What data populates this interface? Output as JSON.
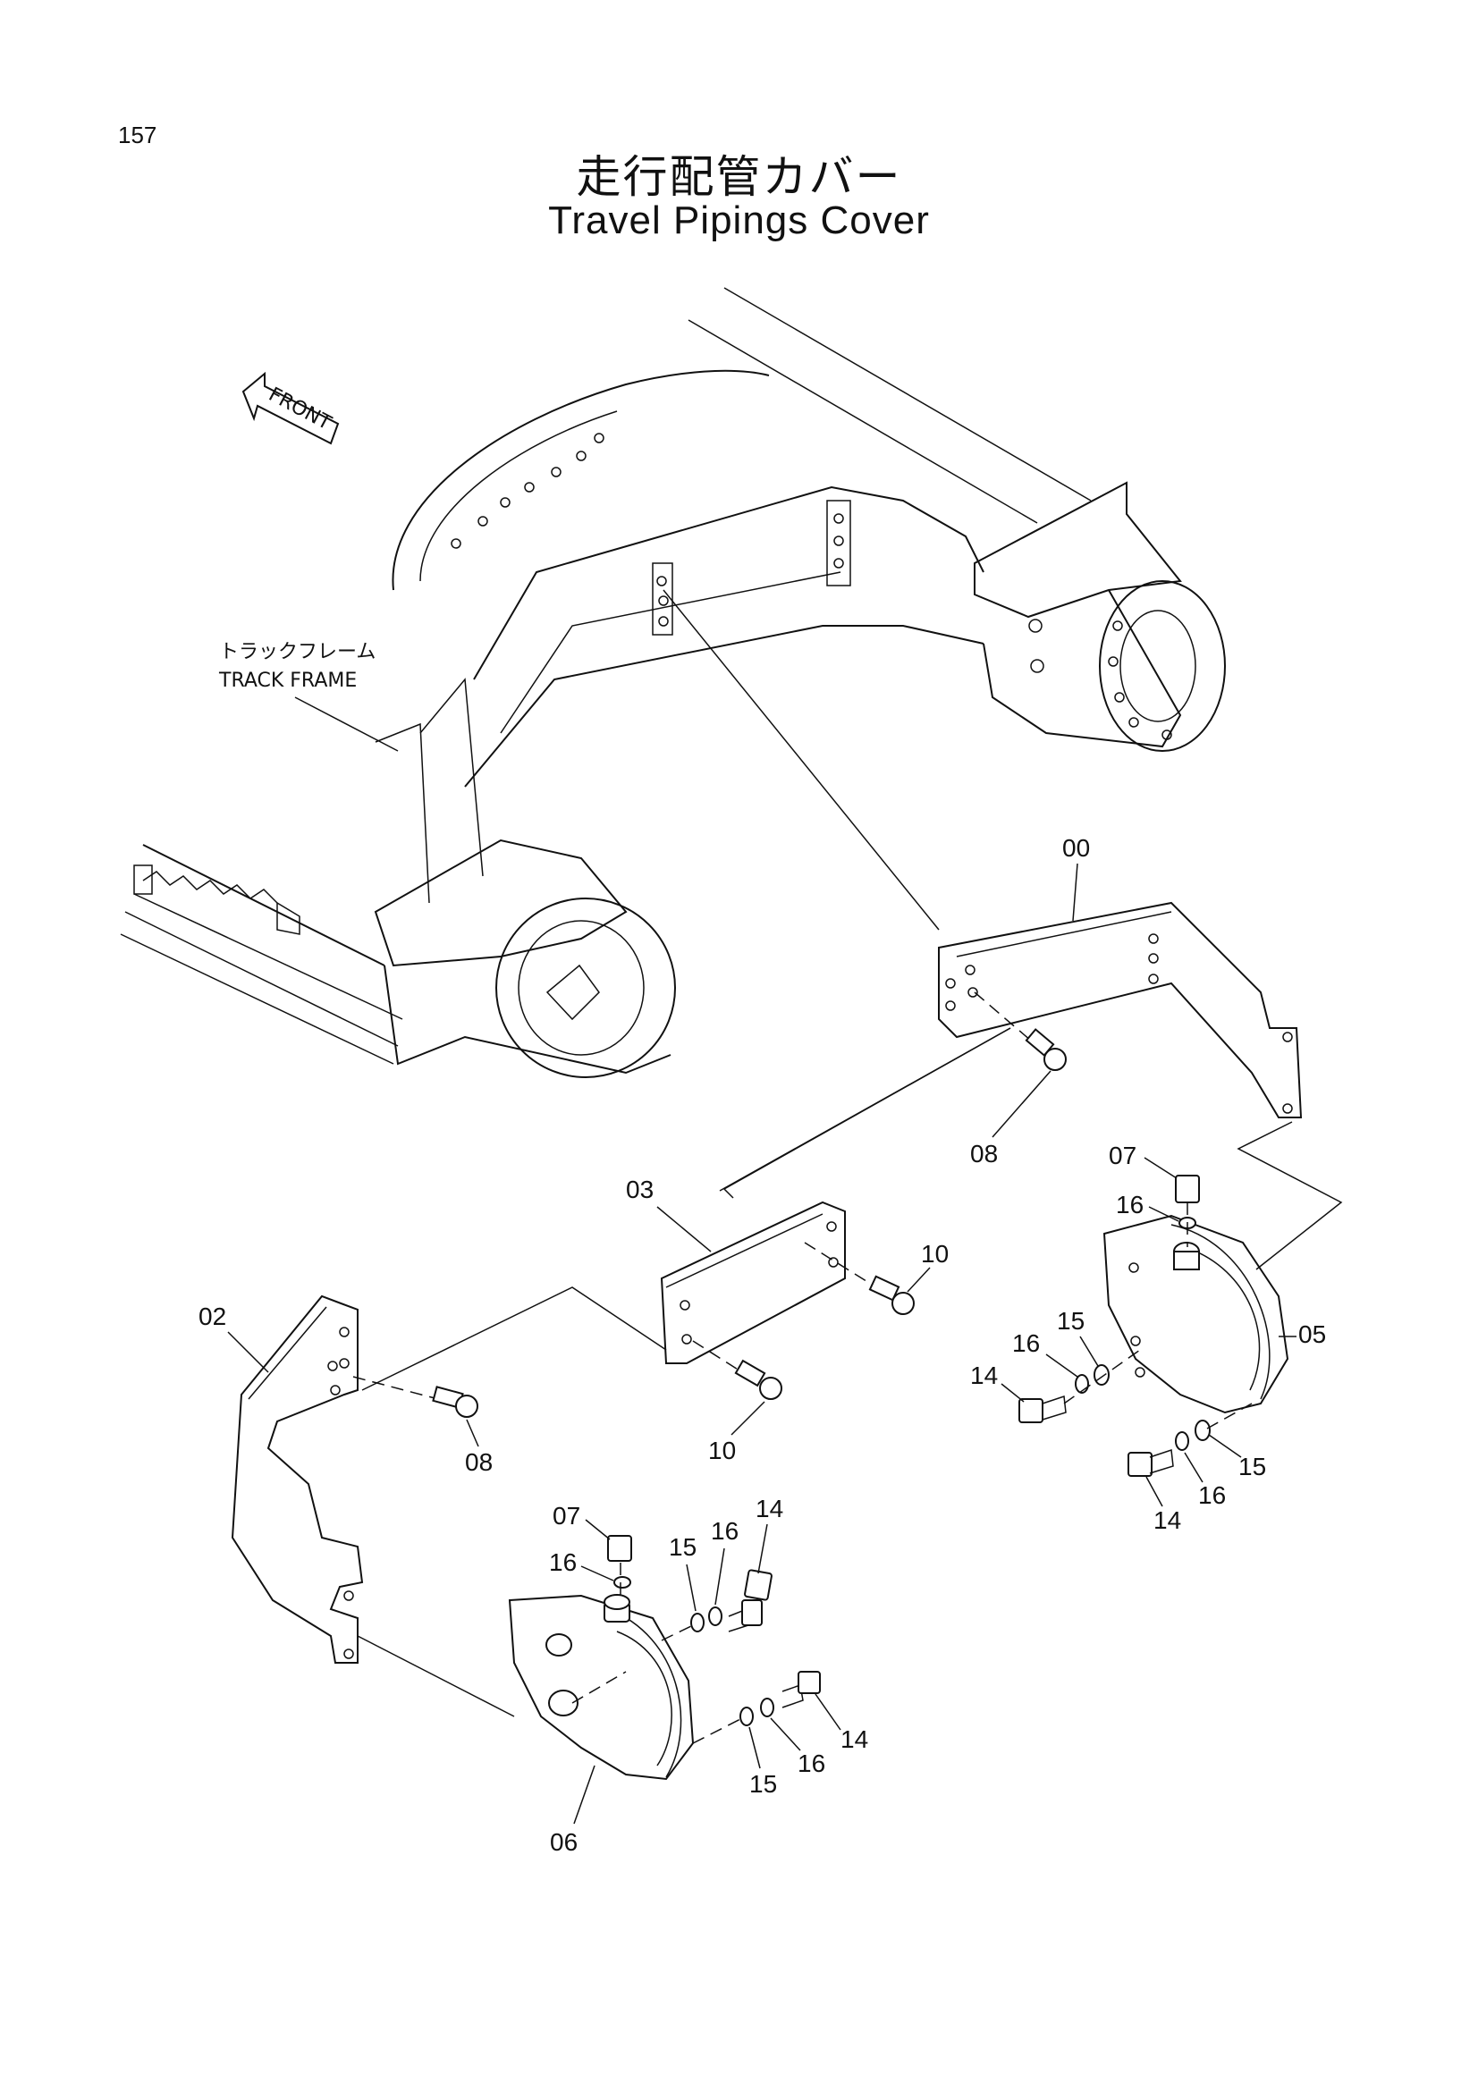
{
  "page": {
    "number": "157"
  },
  "title": {
    "japanese": "走行配管カバー",
    "english": "Travel Pipings Cover"
  },
  "front_arrow": {
    "label": "FRONT"
  },
  "callout": {
    "japanese": "トラックフレーム",
    "english": "TRACK  FRAME"
  },
  "parts": {
    "p00": "00",
    "p02": "02",
    "p03": "03",
    "p05": "05",
    "p06": "06",
    "p07a": "07",
    "p07b": "07",
    "p08a": "08",
    "p08b": "08",
    "p10a": "10",
    "p10b": "10",
    "p14a": "14",
    "p14b": "14",
    "p14c": "14",
    "p14d": "14",
    "p15a": "15",
    "p15b": "15",
    "p15c": "15",
    "p15d": "15",
    "p16a": "16",
    "p16b": "16",
    "p16c": "16",
    "p16d": "16",
    "p16e": "16",
    "p16f": "16"
  }
}
